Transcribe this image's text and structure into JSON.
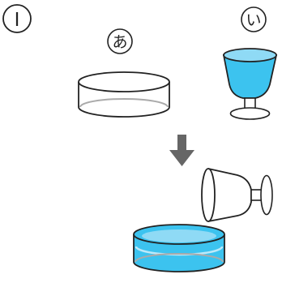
{
  "diagram": {
    "step_label": "Ⅰ",
    "container_a_label": "あ",
    "container_b_label": "い"
  },
  "colors": {
    "water": "#3cc3ef",
    "water_light": "#8fdaf5",
    "outline": "#222222",
    "arrow": "#666666",
    "bottom_gray": "#aaaaaa"
  }
}
